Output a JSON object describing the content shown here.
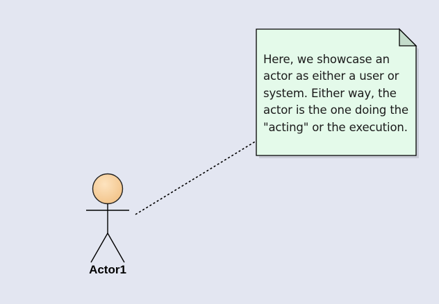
{
  "diagram": {
    "note": {
      "text": "Here, we showcase an actor as either a user or system. Either way, the actor is the one doing the \"acting\" or the execution.",
      "fill_color": "#e4faea",
      "fold_color": "#c4dccb",
      "border_color": "#000000"
    },
    "actor": {
      "label": "Actor1",
      "head_fill": "#f9d4a2",
      "head_stroke": "#222222"
    },
    "connector": {
      "style": "dotted"
    },
    "background_color": "#e3e6f1"
  }
}
